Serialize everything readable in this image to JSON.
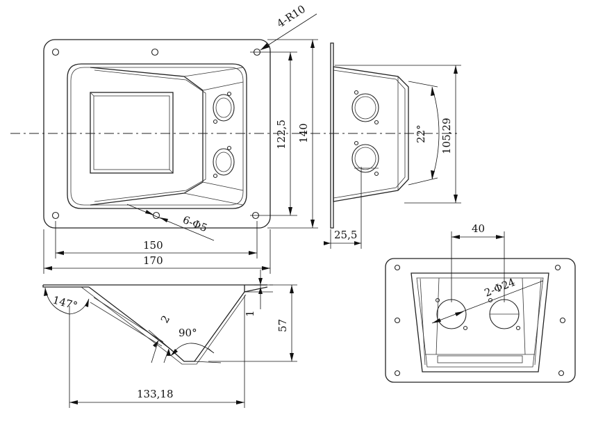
{
  "dimensions": {
    "corner_radius": "4-R10",
    "holes": "6-Φ5",
    "height_inner": "122,5",
    "height_outer": "140",
    "width_inner": "150",
    "width_outer": "170",
    "depth": "25,5",
    "angle_side": "22°",
    "side_height": "105,29",
    "angle_flange": "147°",
    "thickness": "2",
    "angle_bottom": "90°",
    "flange_thickness": "1",
    "overall_depth": "57",
    "bottom_width": "133,18",
    "connector_spacing": "40",
    "connector_holes": "2-Φ24"
  }
}
